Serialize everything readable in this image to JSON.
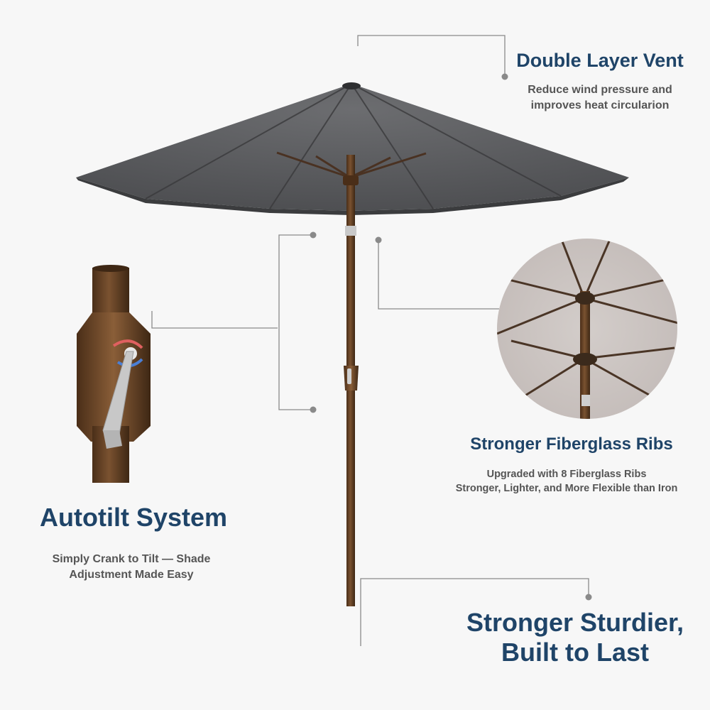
{
  "colors": {
    "background": "#f7f7f7",
    "heading": "#1f4468",
    "body_text": "#555555",
    "canopy": "#5e5f61",
    "pole": "#6b4526",
    "callout_line": "#8a8a8a"
  },
  "features": {
    "vent": {
      "title": "Double Layer Vent",
      "desc_line1": "Reduce wind pressure and",
      "desc_line2": "improves heat circularion"
    },
    "ribs": {
      "title": "Stronger Fiberglass Ribs",
      "desc_line1": "Upgraded with 8 Fiberglass Ribs",
      "desc_line2": "Stronger, Lighter, and More Flexible than Iron"
    },
    "autotilt": {
      "title": "Autotilt System",
      "desc_line1": "Simply Crank to Tilt — Shade",
      "desc_line2": "Adjustment Made Easy"
    },
    "sturdy": {
      "title_line1": "Stronger Sturdier,",
      "title_line2": "Built to Last"
    }
  }
}
